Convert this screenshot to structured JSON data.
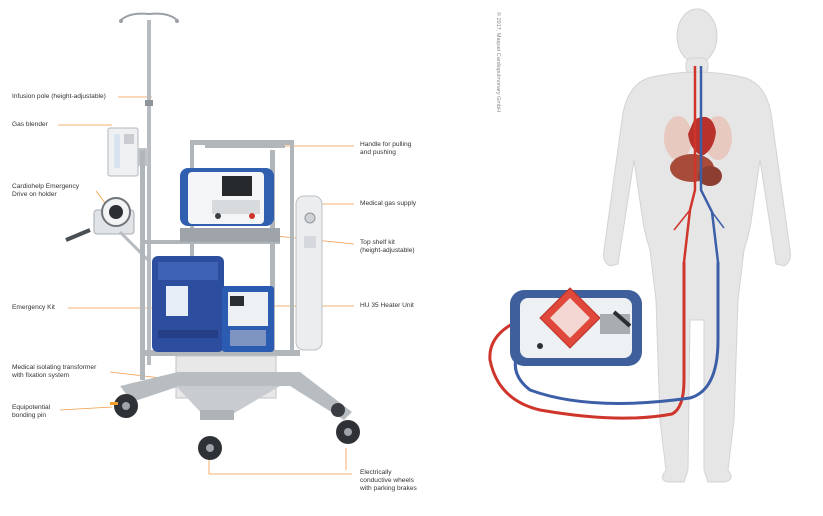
{
  "figure": {
    "copyright": "© 2017, Maquet Cardiopulmonary GmbH",
    "colors": {
      "callout_line": "#f29a4a",
      "frame_steel": "#a9aeb3",
      "device_blue": "#2f5fae",
      "arterial_red": "#d0352b",
      "venous_blue": "#3d5fa8",
      "body_gray": "#e6e6e6"
    },
    "icons": [
      "infusion-pole",
      "gas-blender",
      "cardiohelp-device",
      "heater-unit",
      "emergency-kit-bag",
      "gas-cylinder",
      "caster-wheel",
      "human-body",
      "heart",
      "ecmo-console"
    ]
  },
  "labels": {
    "infusion_pole": [
      "Infusion pole (height-adjustable)"
    ],
    "gas_blender": [
      "Gas blender"
    ],
    "emergency_drive": [
      "Cardiohelp Emergency",
      "Drive on holder"
    ],
    "emergency_kit": [
      "Emergency Kit"
    ],
    "transformer": [
      "Medical isolating transformer",
      "with fixation system"
    ],
    "bonding_pin": [
      "Equipotential",
      "bonding pin"
    ],
    "handle": [
      "Handle for pulling",
      "and pushing"
    ],
    "gas_supply": [
      "Medical gas supply"
    ],
    "top_shelf": [
      "Top shelf kit",
      "(height-adjustable)"
    ],
    "heater": [
      "HU 35 Heater Unit"
    ],
    "wheels": [
      "Electrically",
      "conductive wheels",
      "with parking brakes"
    ]
  }
}
